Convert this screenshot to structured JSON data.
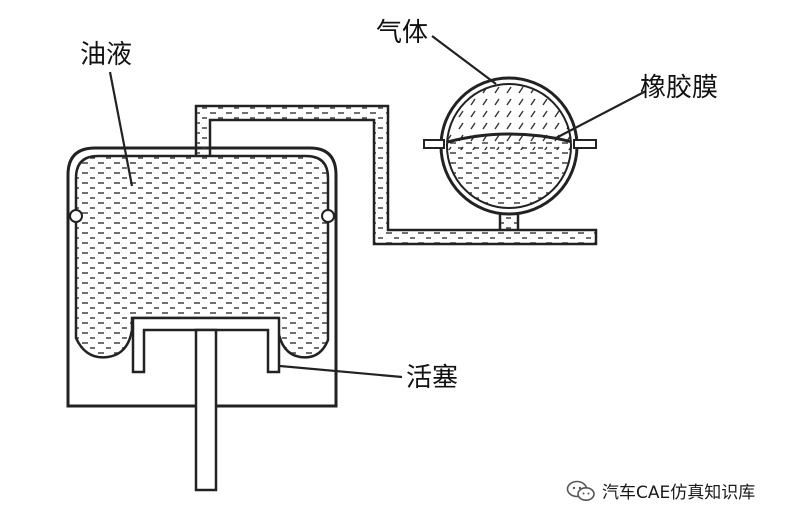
{
  "labels": {
    "oil": "油液",
    "gas": "气体",
    "rubber_membrane": "橡胶膜",
    "piston": "活塞"
  },
  "watermark": {
    "text": "汽车CAE仿真知识库",
    "icon": "wechat-icon"
  },
  "colors": {
    "ink": "#222222",
    "background": "#ffffff"
  }
}
